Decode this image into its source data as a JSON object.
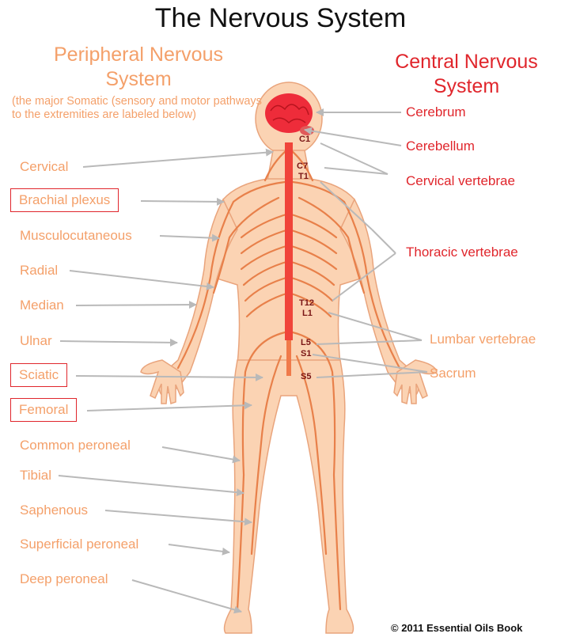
{
  "title": "The Nervous System",
  "peripheral": {
    "title_line1": "Peripheral Nervous",
    "title_line2": "System",
    "note": "(the major Somatic (sensory and motor pathways to the extremities are labeled below)",
    "labels": {
      "cervical": "Cervical",
      "brachial": "Brachial plexus",
      "musculo": "Musculocutaneous",
      "radial": "Radial",
      "median": "Median",
      "ulnar": "Ulnar",
      "sciatic": "Sciatic",
      "femoral": "Femoral",
      "common_peroneal": "Common peroneal",
      "tibial": "Tibial",
      "saphenous": "Saphenous",
      "superficial_peroneal": "Superficial peroneal",
      "deep_peroneal": "Deep peroneal"
    }
  },
  "central": {
    "title_line1": "Central Nervous",
    "title_line2": "System",
    "labels": {
      "cerebrum": "Cerebrum",
      "cerebellum": "Cerebellum",
      "cervical_vertebrae": "Cervical vertebrae",
      "thoracic_vertebrae": "Thoracic vertebrae",
      "lumbar_vertebrae": "Lumbar vertebrae",
      "sacrum": "Sacrum"
    }
  },
  "vertebra_marks": {
    "c1": "C1",
    "c7": "C7",
    "t1": "T1",
    "t12": "T12",
    "l1": "L1",
    "l5": "L5",
    "s1": "S1",
    "s5": "S5"
  },
  "copyright": "© 2011 Essential Oils Book",
  "colors": {
    "skin": "#fbd3b3",
    "nerve": "#e8804a",
    "spine": "#f0443a",
    "brain": "#ee2c3a",
    "pns_text": "#f4a06a",
    "cns_text": "#e0262c",
    "arrow": "#b9b9b9",
    "highlight_box": "#e0262c"
  }
}
